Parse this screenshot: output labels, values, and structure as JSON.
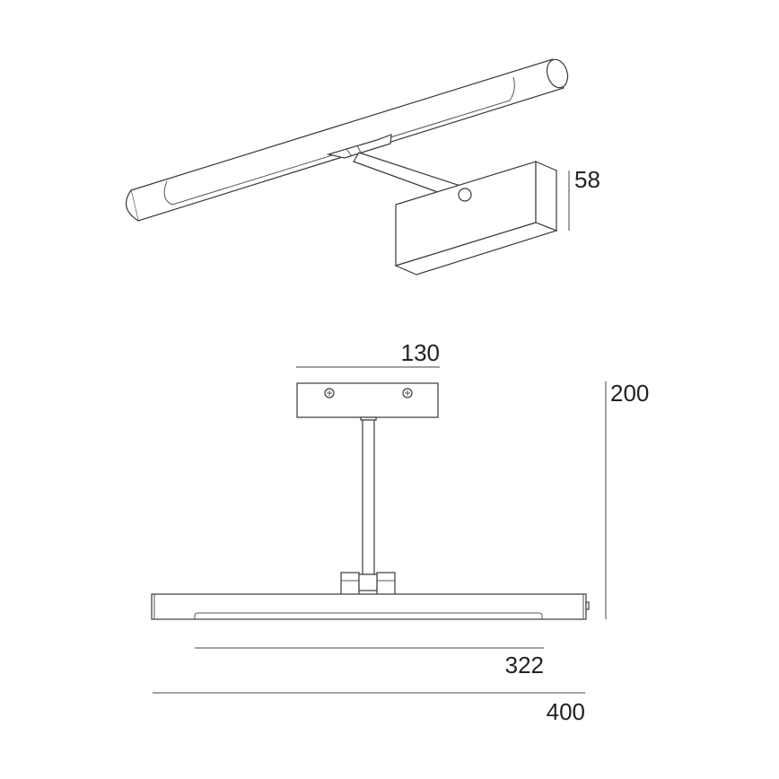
{
  "dimensions": {
    "depth_height": "58",
    "mount_width": "130",
    "projection": "200",
    "light_length": "322",
    "total_length": "400"
  },
  "colors": {
    "line": "#3a3a3a",
    "background": "#ffffff"
  }
}
